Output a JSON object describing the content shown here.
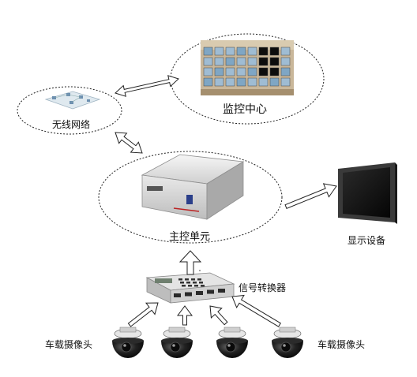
{
  "labels": {
    "monitor_center": "监控中心",
    "wireless": "无线网络",
    "main_unit": "主控单元",
    "display": "显示设备",
    "converter": "信号转换器",
    "camera_left": "车载摄像头",
    "camera_right": "车载摄像头"
  },
  "colors": {
    "outline": "#222222",
    "screen": "#151515",
    "unit_body": "#dcdcdc",
    "camera_body": "#1a1a1a",
    "camera_base": "#e8e8e8"
  }
}
